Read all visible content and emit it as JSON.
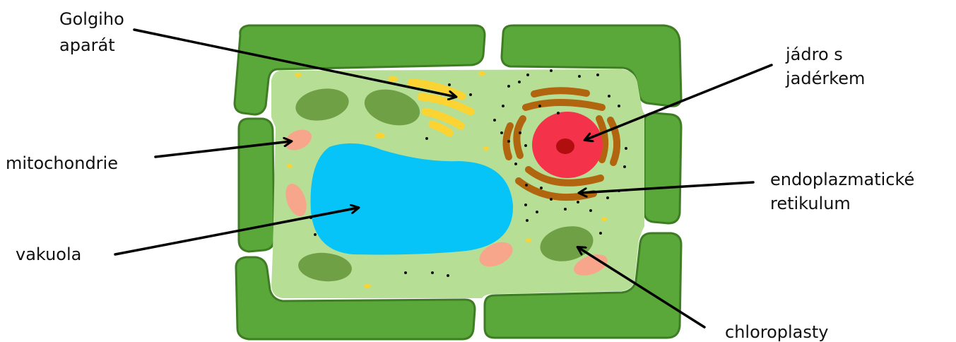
{
  "labels": {
    "golgi_line1": "Golgiho",
    "golgi_line2": "aparát",
    "nucleus_line1": "jádro s",
    "nucleus_line2": "jadérkem",
    "mitochondria": "mitochondrie",
    "er_line1": "endoplazmatické",
    "er_line2": "retikulum",
    "vacuole": "vakuola",
    "chloroplasts": "chloroplasty"
  },
  "colors": {
    "cell_wall": "#5aa83a",
    "cell_wall_outline": "#3f7d25",
    "cytoplasm": "#b6df95",
    "chloroplast": "#6fa045",
    "mitochondrion": "#f7a58b",
    "vacuole": "#06c4f7",
    "golgi": "#fbd333",
    "er": "#b0650e",
    "nucleus": "#f4324a",
    "nucleolus": "#b10f0f",
    "arrow": "#000000"
  }
}
